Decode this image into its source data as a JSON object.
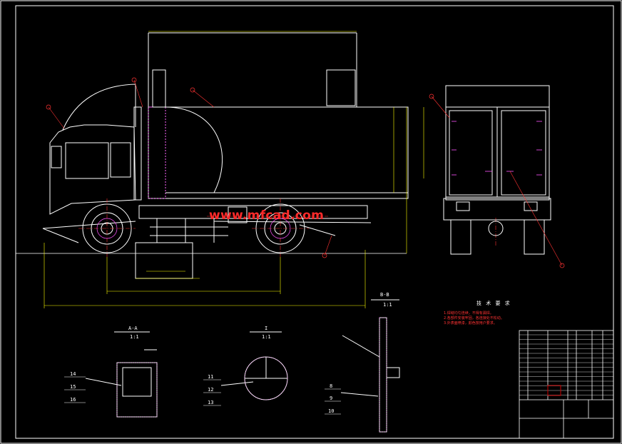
{
  "watermark": "www.mfcad.com",
  "views": {
    "section_aa": {
      "title": "A-A",
      "scale": "1:1",
      "callouts": [
        "14",
        "15",
        "16"
      ]
    },
    "section_i": {
      "title": "I",
      "scale": "1:1",
      "callouts": [
        "11",
        "12",
        "13"
      ]
    },
    "section_bb": {
      "title": "B-B",
      "scale": "1:1",
      "callouts": [
        "8",
        "9",
        "10"
      ]
    }
  },
  "technical_requirements": {
    "title": "技 术 要 求",
    "lines": [
      "1.焊缝均匀连续，不得有漏焊。",
      "2.各部件安装牢固，各连接处不松动。",
      "3.外表面喷漆，颜色按用户要求。"
    ]
  },
  "colors": {
    "background": "#000000",
    "lines": "#ffffff",
    "dimension": "#ffff00",
    "hatch": "#ff00ff",
    "centerline": "#ff0000",
    "watermark": "#ff2a2a",
    "balloons": "#ff3333",
    "red_box": "#cc0000"
  }
}
